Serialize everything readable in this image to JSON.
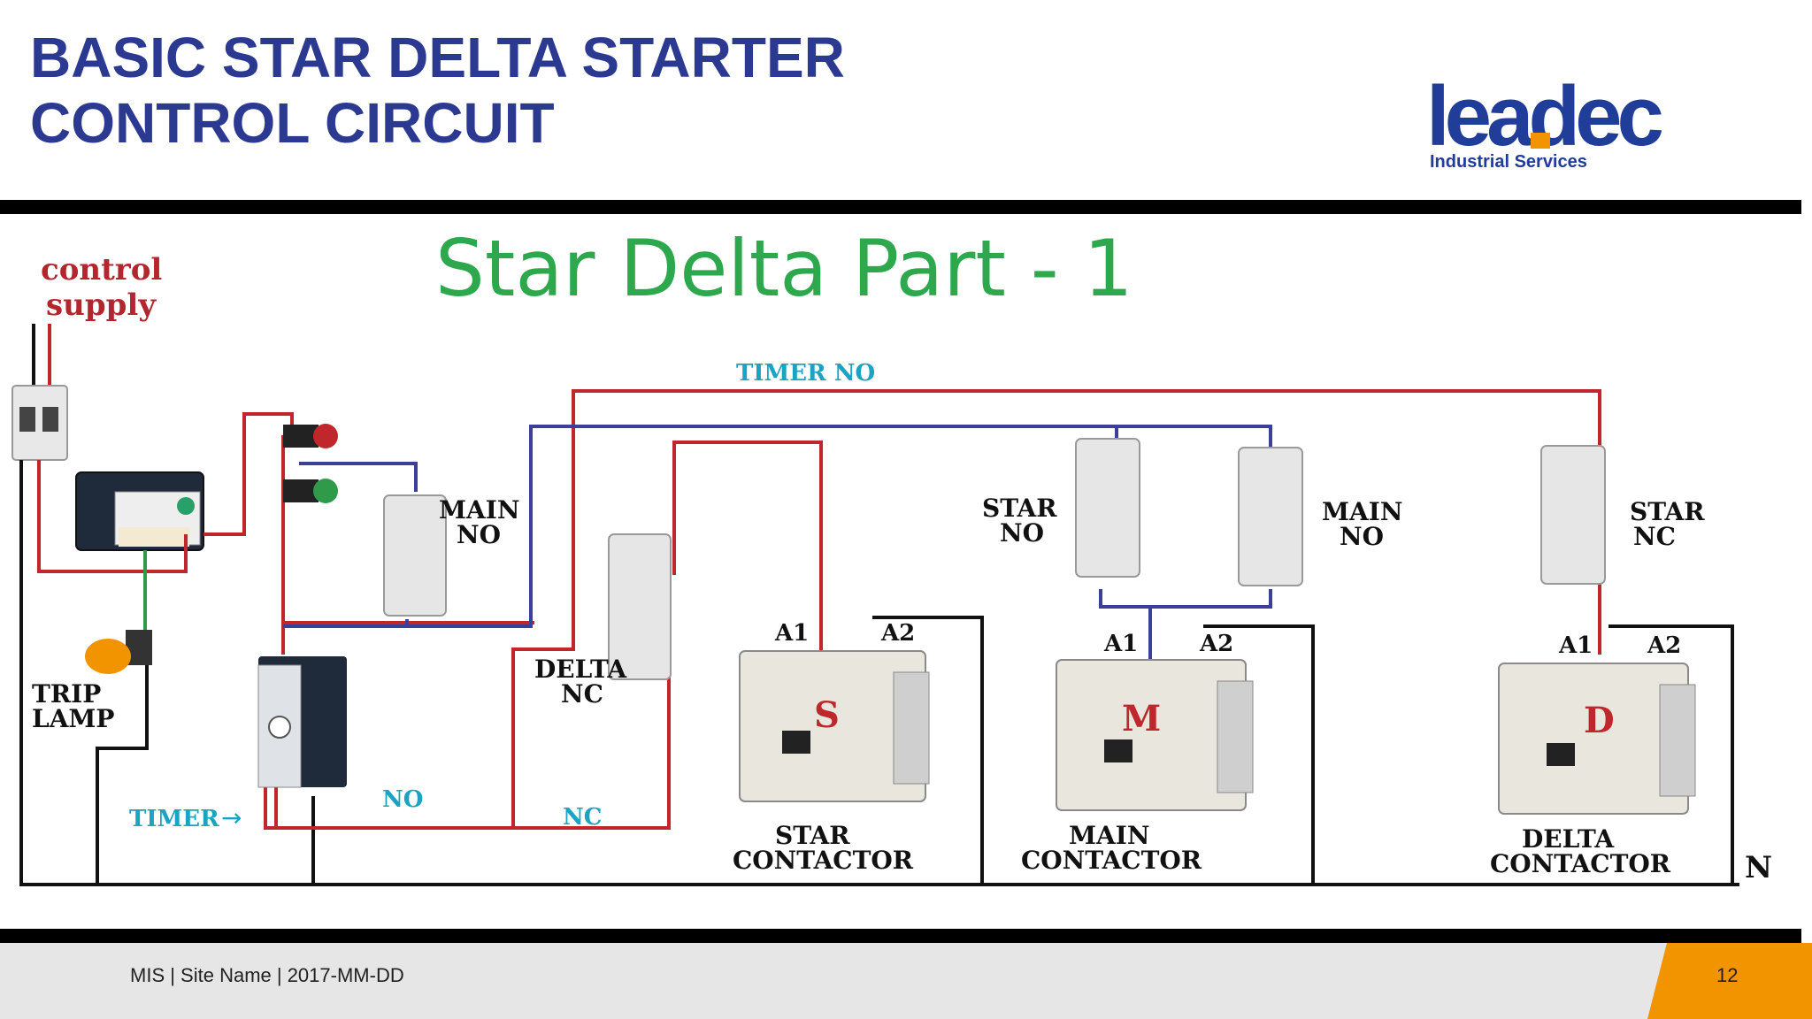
{
  "slide": {
    "title_line1": "BASIC STAR DELTA STARTER",
    "title_line2": "CONTROL CIRCUIT"
  },
  "logo": {
    "wordmark": "leadec",
    "tagline": "Industrial Services",
    "brand_color": "#1f3d99",
    "accent_color": "#f29400"
  },
  "diagram": {
    "heading": "Star Delta Part - 1",
    "heading_color": "#2ea84d",
    "labels": {
      "control_supply_1": "control",
      "control_supply_2": "supply",
      "timer_no_top": "TIMER NO",
      "main_no_1_a": "MAIN",
      "main_no_1_b": "NO",
      "delta_nc_a": "DELTA",
      "delta_nc_b": "NC",
      "star_no_a": "STAR",
      "star_no_b": "NO",
      "main_no_2_a": "MAIN",
      "main_no_2_b": "NO",
      "star_nc_a": "STAR",
      "star_nc_b": "NC",
      "trip_lamp_a": "TRIP",
      "trip_lamp_b": "LAMP",
      "timer": "TIMER",
      "no": "NO",
      "nc": "NC",
      "star_contactor_a": "STAR",
      "star_contactor_b": "CONTACTOR",
      "main_contactor_a": "MAIN",
      "main_contactor_b": "CONTACTOR",
      "delta_contactor_a": "DELTA",
      "delta_contactor_b": "CONTACTOR",
      "a1": "A1",
      "a2": "A2",
      "s": "S",
      "m": "M",
      "d": "D",
      "n": "N"
    },
    "colors": {
      "red_wire": "#c0272d",
      "blue_wire": "#3b3f9a",
      "black_wire": "#111111",
      "green_wire": "#2e9a4a",
      "label_red": "#b3262e",
      "label_cyan": "#1aa3c2"
    }
  },
  "footer": {
    "text": "MIS |  Site Name  |  2017-MM-DD",
    "page": "12"
  }
}
